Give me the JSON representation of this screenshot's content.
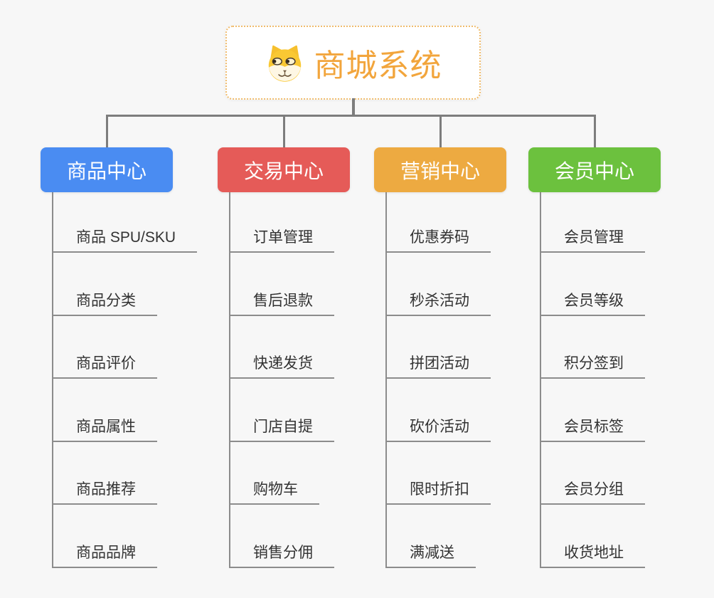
{
  "root": {
    "title": "商城系统",
    "icon": "shiba-dog-icon"
  },
  "branches": [
    {
      "label": "商品中心",
      "color": "#4a8cf2",
      "children": [
        "商品 SPU/SKU",
        "商品分类",
        "商品评价",
        "商品属性",
        "商品推荐",
        "商品品牌"
      ]
    },
    {
      "label": "交易中心",
      "color": "#e55b58",
      "children": [
        "订单管理",
        "售后退款",
        "快递发货",
        "门店自提",
        "购物车",
        "销售分佣"
      ]
    },
    {
      "label": "营销中心",
      "color": "#edaa41",
      "children": [
        "优惠券码",
        "秒杀活动",
        "拼团活动",
        "砍价活动",
        "限时折扣",
        "满减送"
      ]
    },
    {
      "label": "会员中心",
      "color": "#6cc13e",
      "children": [
        "会员管理",
        "会员等级",
        "积分签到",
        "会员标签",
        "会员分组",
        "收货地址"
      ]
    }
  ],
  "colors": {
    "background": "#f7f7f7",
    "connector": "#7d7d7d",
    "leaf_line": "#8c8c8c",
    "leaf_text": "#333333",
    "branch_text": "#ffffff",
    "root_text": "#f2a53c",
    "root_border": "#f0bc6d"
  }
}
